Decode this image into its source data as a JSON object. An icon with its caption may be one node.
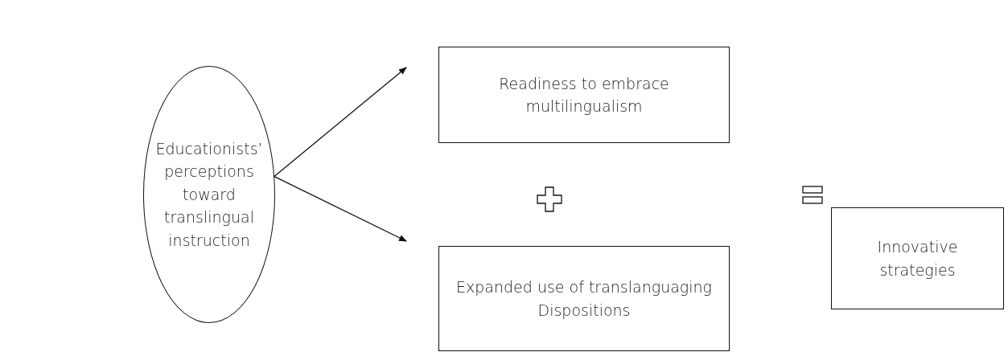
{
  "diagram": {
    "nodes": [
      {
        "text": [
          "Educationists’ perceptions toward translingual instruction"
        ]
      },
      {
        "text": [
          "Readiness to embrace multilingualism"
        ]
      },
      {
        "text": [
          "Expanded use of translanguaging Dispositions"
        ]
      },
      {
        "text": [
          "Innovative strategies"
        ]
      }
    ],
    "edges": [
      {
        "from": 0,
        "to": 1,
        "arrow": "to"
      },
      {
        "from": 0,
        "to": 2,
        "arrow": "to"
      }
    ]
  }
}
